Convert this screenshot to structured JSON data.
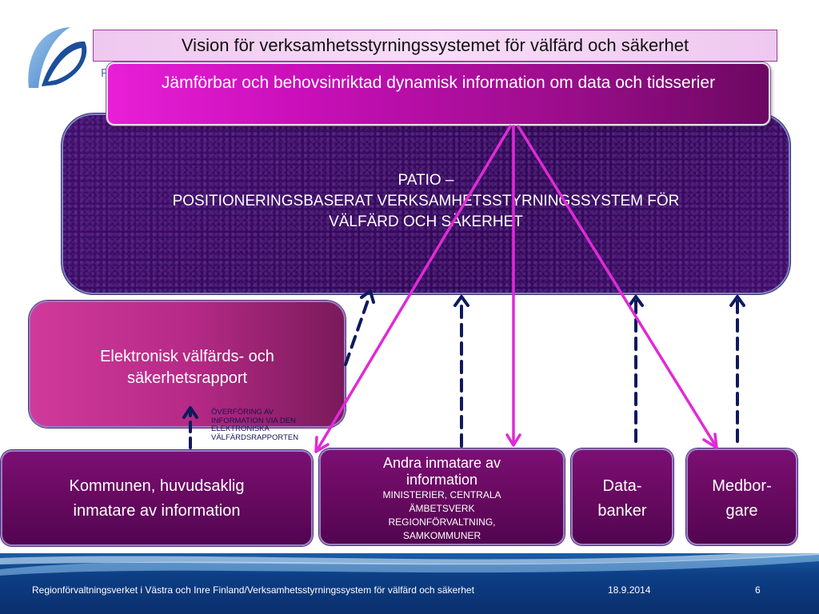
{
  "title": "Vision för verksamhetsstyrningssystemet för välfärd och säkerhet",
  "logo_fragment": "F",
  "info_box": "Jämförbar och behovsinriktad dynamisk information om data och tidsserier",
  "main_box": {
    "line1": "PATIO –",
    "line2": "POSITIONERINGSBASERAT VERKSAMHETSSTYRNINGSSYSTEM FÖR",
    "line3": "VÄLFÄRD OCH SÄKERHET"
  },
  "report_box": {
    "line1": "Elektronisk välfärds- och",
    "line2": "säkerhetsrapport"
  },
  "transfer_note": {
    "line1": "ÖVERFÖRING AV",
    "line2": "INFORMATION VIA DEN",
    "line3": "ELEKTRONISKA",
    "line4": "VÄLFÄRDSRAPPORTEN"
  },
  "municipality_box": {
    "line1": "Kommunen, huvudsaklig",
    "line2": "inmatare av information"
  },
  "other_inputs_box": {
    "heading1": "Andra inmatare av",
    "heading2": "information",
    "sub1": "MINISTERIER, CENTRALA",
    "sub2": "ÄMBETSVERK",
    "sub3": "REGIONFÖRVALTNING,",
    "sub4": "SAMKOMMUNER"
  },
  "databanks_box": {
    "line1": "Data-",
    "line2": "banker"
  },
  "citizens_box": {
    "line1": "Medbor-",
    "line2": "gare"
  },
  "footer": {
    "left": "Regionförvaltningsverket i Västra och Inre Finland/Verksamhetsstyrningssystem för välfärd och säkerhet",
    "date": "18.9.2014",
    "page": "6"
  },
  "colors": {
    "magenta_arrow": "#e02ad6",
    "dashed_arrow": "#0e1a5c",
    "footer_blue": "#0d3f86"
  }
}
